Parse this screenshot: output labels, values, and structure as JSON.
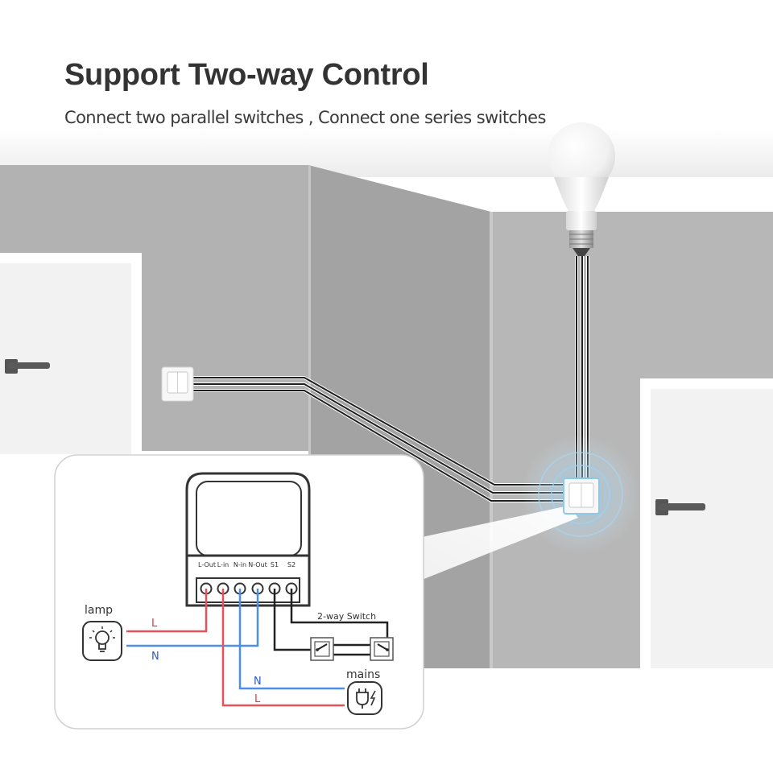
{
  "header": {
    "title": "Support Two-way Control",
    "subtitle": "Connect two parallel switches , Connect one series switches"
  },
  "module": {
    "terminals": [
      "L-Out",
      "L-in",
      "N-in",
      "N-Out",
      "S1",
      "S2"
    ]
  },
  "wiring": {
    "lamp_label": "lamp",
    "mains_label": "mains",
    "switch_label": "2-way Switch",
    "lamp_L": "L",
    "lamp_N": "N",
    "mains_N": "N",
    "mains_L": "L"
  },
  "icons": {
    "lamp": "lightbulb-icon",
    "mains": "power-plug-icon",
    "bulb": "led-bulb"
  },
  "colors": {
    "live_wire": "#e8505b",
    "neutral_wire": "#4d8fe6",
    "switch_wire": "#222222",
    "label_live": "#d9363e",
    "label_neutral": "#2a5bbf"
  }
}
